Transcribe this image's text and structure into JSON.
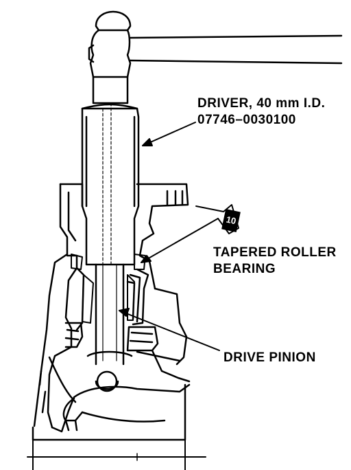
{
  "labels": {
    "driver_line1": "DRIVER, 40 mm I.D.",
    "driver_line2": "07746–0030100",
    "bearing_line1": "TAPERED ROLLER",
    "bearing_line2": "BEARING",
    "pinion": "DRIVE PINION",
    "badge": "10"
  }
}
